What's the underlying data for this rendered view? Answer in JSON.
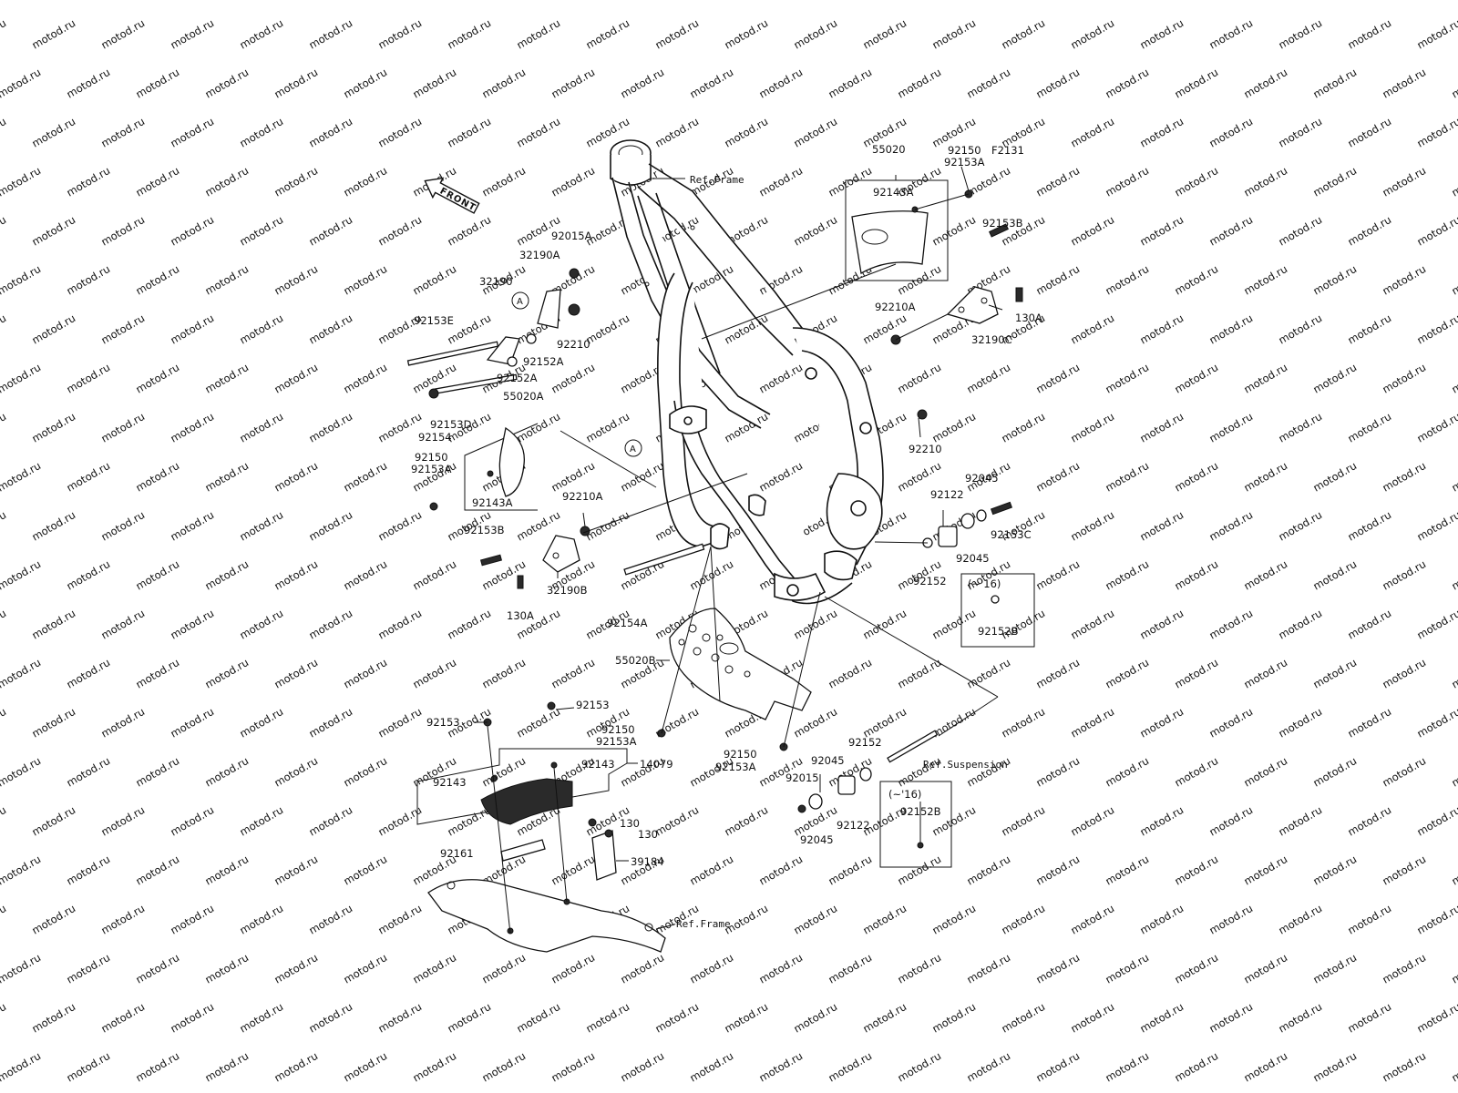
{
  "watermark": "motod.ru",
  "figure_code": "F2131",
  "front_label": "FRONT",
  "references": {
    "frame_top": "Ref.Frame",
    "frame_bottom": "Ref.Frame",
    "suspension": "Ref.Suspension"
  },
  "callouts": {
    "A_left": "A",
    "A_frame": "A"
  },
  "variant_boxes": {
    "right": {
      "title": "(~'16)",
      "part": "92152B"
    },
    "bottom": {
      "title": "(~'16)",
      "part": "92152B"
    }
  },
  "parts": {
    "p55020": "55020",
    "p92150_tr": "92150",
    "p92153A_tr": "92153A",
    "p92143A_tr": "92143A",
    "p92153B_tr": "92153B",
    "p92210A_tr": "92210A",
    "p130A_tr": "130A",
    "p32190C": "32190C",
    "p92015A": "92015A",
    "p32190A": "32190A",
    "p32190": "32190",
    "p92153E": "92153E",
    "p92210_l": "92210",
    "p92152A_1": "92152A",
    "p92152A_2": "92152A",
    "p92153D": "92153D",
    "p92154": "92154",
    "p55020A": "55020A",
    "p92150_l": "92150",
    "p92153A_l": "92153A",
    "p92143A_l": "92143A",
    "p92210A_l": "92210A",
    "p92153B_l": "92153B",
    "p32190B": "32190B",
    "p130A_l": "130A",
    "p92154A": "92154A",
    "p92210_r": "92210",
    "p92122_r": "92122",
    "p92045_r1": "92045",
    "p92153C": "92153C",
    "p92045_r2": "92045",
    "p92152_r": "92152",
    "p55020B": "55020B",
    "p92153_1": "92153",
    "p92153_2": "92153",
    "p92150_m": "92150",
    "p92153A_m": "92153A",
    "p92143_l": "92143",
    "p92143_m": "92143",
    "p14079": "14079",
    "p130_1": "130",
    "p130_2": "130",
    "p92161": "92161",
    "p39184": "39184",
    "p92150_b": "92150",
    "p92153A_b": "92153A",
    "p92045_b1": "92045",
    "p92152_b": "92152",
    "p92015": "92015",
    "p92122_b": "92122",
    "p92045_b2": "92045"
  }
}
